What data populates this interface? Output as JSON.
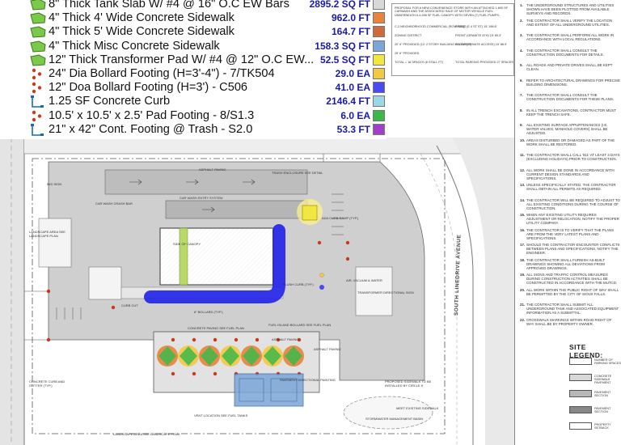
{
  "legend_items": [
    {
      "icon": "polygon-area-icon",
      "label": "8\" Thick Tank Slab W/ #4 @ 16\" O.C EW Bars",
      "quantity": "2895.2 SQ FT",
      "swatch": "#d8d8d8"
    },
    {
      "icon": "polygon-area-icon",
      "label": "4\" Thick 4' Wide Concrete Sidewalk",
      "quantity": "962.0 FT",
      "swatch": "#e8843c"
    },
    {
      "icon": "polygon-area-icon",
      "label": "4\" Thick 5' Wide Concrete Sidewalk",
      "quantity": "164.7 FT",
      "swatch": "#d06a3c"
    },
    {
      "icon": "polygon-area-icon",
      "label": "4\" Thick Misc Concrete Sidewalk",
      "quantity": "158.3 SQ FT",
      "swatch": "#7aa6d8"
    },
    {
      "icon": "polygon-area-icon",
      "label": "12\" Thick Transformer Pad W/ #4 @ 12\" O.C EW...",
      "quantity": "52.5 SQ FT",
      "swatch": "#f2e640"
    },
    {
      "icon": "count-dots-icon",
      "label": "24\" Dia Bollard Footing (H=3'-4\") - 7/TK504",
      "quantity": "29.0 EA",
      "swatch": "#f5c842"
    },
    {
      "icon": "count-dots-icon",
      "label": "12\" Doa Bollard Footing (H=3') - C506",
      "quantity": "41.0 EA",
      "swatch": "#4a4af0"
    },
    {
      "icon": "linear-measure-icon",
      "label": "1.25 SF Concrete Curb",
      "quantity": "2146.4 FT",
      "swatch": "#9ad8e8"
    },
    {
      "icon": "count-dots-icon",
      "label": "10.5' x 10.5' x 2.5' Pad Footing - 8/S1.3",
      "quantity": "6.0 EA",
      "swatch": "#3cb84a"
    },
    {
      "icon": "linear-measure-icon",
      "label": "21\" x 42\" Cont. Footing @ Trash - S2.0",
      "quantity": "53.3 FT",
      "swatch": "#a040c8"
    }
  ],
  "plan_labels": {
    "street": "SOUTH LINEDRIVE AVENUE",
    "trash_enclosure": "TRASH ENCLOSURE SEE DETAIL",
    "car_wash_entry": "CAR WASH ENTRY SYSTEM",
    "canopy": "SIDE OF CANOPY",
    "landscape_area_1": "LANDSCAPE AREA SEE LANDSCAPE PLAN",
    "landscape_area_2": "LANDSCAPE AREA SEE LANDSCAPE PLAN",
    "fuel_islands": "FUEL ISLAND BOLLARD SEE FUEL PLAN",
    "asphalt_paving_1": "ASPHALT PAVING",
    "asphalt_paving_2": "ASPHALT PAVING",
    "asphalt_paving_3": "ASPHALT PAVING",
    "concrete_paving": "CONCRETE PAVING SEE FUEL PLAN",
    "stormwater": "STORMWATER MANAGEMENT BASIN",
    "transformer": "TRANSFORMER DIRECTIONAL SIGN",
    "mid_sign": "MID SIGN",
    "ada_curb_ramp": "ADA CURB RAMP (TYP.)",
    "flush_curb": "FLUSH CURB (TYP.)",
    "air_vacuum": "AIR, VACUUM & WATER",
    "car_wash_crash_bar": "CAR WASH CRASH BAR",
    "bollard": "6\" BOLLARD (TYP.)",
    "concrete_curb": "CONCRETE CURB AND GUTTER (TYP.)",
    "meet_sidewalk": "MEET EXISTING SIDEWALK",
    "proposed_sidewalk": "PROPOSED SIDEWALK TO BE INSTALLED BY CIRCLE K",
    "vent_location": "VENT LOCATION SEE FUEL TANKS",
    "pavement_sign": "PAVEMENT DIRECTIONAL PAINTING",
    "curb_cut": "CURB CUT"
  },
  "table": {
    "header": "PROPOSAL FOR A NEW CONVENIENCE STORE WITH AN ATTACHED 1,800 SF CARWASH AND THE ASSOCIATED SALE OF MOTOR VEHICLE FUEL UNDERNEATH A 4,696 SF FUEL CANOPY WITH SEVEN (7) FUEL PUMPS.",
    "rows": [
      {
        "left": "C-2 NEIGHBORHOOD COMMERCIAL (ROW REQ)",
        "right": "FRONT (E 4 ST ST)   15'   198.8'"
      },
      {
        "left": "ZONING DISTRICT",
        "right": "FRONT (GRANITE 4TH)  15'   89.3'"
      },
      {
        "left": "20' 6\" PROVIDED (12: 2 STORY BUILDING ALLOWED)",
        "right": "FRONT (PRIVATE ACCESS)  15'  86.9'"
      },
      {
        "left": "25' 6\" PROVIDED",
        "right": ""
      },
      {
        "left": "TOTAL = 18 SPACES (8 STALL FT)",
        "right": "TOTAL PARKING PROVIDED  27 SPACES"
      }
    ]
  },
  "notes": [
    {
      "num": "1.",
      "text": "THE UNDERGROUND STRUCTURES AND UTILITIES SHOWN HAVE BEEN PLOTTED FROM AVAILABLE SURVEYS AND RECORDS."
    },
    {
      "num": "2.",
      "text": "THE CONTRACTOR SHALL VERIFY THE LOCATION AND EXTENT OF ALL UNDERGROUND UTILITIES."
    },
    {
      "num": "3.",
      "text": "THE CONTRACTOR SHALL PERFORM ALL WORK IN ACCORDANCE WITH LOCAL REGULATIONS."
    },
    {
      "num": "4.",
      "text": "THE CONTRACTOR SHALL CONSULT THE CONSTRUCTION DOCUMENTS FOR DETAILS."
    },
    {
      "num": "5.",
      "text": "ALL ROADS AND PRIVATE DRIVES SHALL BE KEPT CLEAN."
    },
    {
      "num": "6.",
      "text": "REFER TO ARCHITECTURAL DRAWINGS FOR PRECISE BUILDING DIMENSIONS."
    },
    {
      "num": "7.",
      "text": "THE CONTRACTOR SHALL CONSULT THE CONSTRUCTION DOCUMENTS FOR THESE PLANS."
    },
    {
      "num": "8.",
      "text": "IN ALL TRENCH EXCAVATIONS, CONTRACTOR MUST KEEP THE TRENCH SAFE."
    },
    {
      "num": "9.",
      "text": "ALL EXISTING SURFACE APPURTENANCES (I.E. WATER VALVES, MANHOLE COVERS) SHALL BE ADJUSTED."
    },
    {
      "num": "10.",
      "text": "AREAS DISTURBED OR DAMAGED AS PART OF THE WORK SHALL BE RESTORED."
    },
    {
      "num": "11.",
      "text": "THE CONTRACTOR SHALL CALL '811' AT LEAST 3 DAYS (EXCLUDING HOLIDAYS) PRIOR TO CONSTRUCTION."
    },
    {
      "num": "12.",
      "text": "ALL WORK SHALL BE DONE IN ACCORDANCE WITH CURRENT DESIGN STANDARDS AND SPECIFICATIONS."
    },
    {
      "num": "13.",
      "text": "UNLESS SPECIFICALLY STATED, THE CONTRACTOR SHALL OBTAIN ALL PERMITS AS REQUIRED."
    },
    {
      "num": "14.",
      "text": "THE CONTRACTOR WILL BE REQUIRED TO ADJUST TO ALL EXISTING CONDITIONS DURING THE COURSE OF CONSTRUCTION."
    },
    {
      "num": "15.",
      "text": "WHEN ANY EXISTING UTILITY REQUIRES ADJUSTMENT OR RELOCATION, NOTIFY THE PROPER UTILITY COMPANY."
    },
    {
      "num": "16.",
      "text": "THE CONTRACTOR IS TO VERIFY THAT THE PLANS ARE FROM THE VERY LATEST PLANS AND SPECIFICATIONS."
    },
    {
      "num": "17.",
      "text": "SHOULD THE CONTRACTOR ENCOUNTER CONFLICTS BETWEEN PLANS AND SPECIFICATIONS, NOTIFY THE ENGINEER."
    },
    {
      "num": "18.",
      "text": "THE CONTRACTOR SHALL FURNISH AS-BUILT DRAWINGS SHOWING ALL DEVIATIONS FROM APPROVED DRAWINGS."
    },
    {
      "num": "19.",
      "text": "ALL SIGNS AND TRAFFIC CONTROL MEASURES DURING CONSTRUCTION ACTIVITIES SHALL BE CONSTRUCTED IN ACCORDANCE WITH THE MUTCD."
    },
    {
      "num": "20.",
      "text": "ALL WORK WITHIN THE PUBLIC RIGHT OF WAY SHALL BE PERMITTED BY THE CITY OF SIOUX FALLS."
    },
    {
      "num": "21.",
      "text": "THE CONTRACTOR SHALL SUBMIT ALL UNDERGROUND TANK AND ASSOCIATED EQUIPMENT INFORMATION AS A SUBMITTAL."
    },
    {
      "num": "22.",
      "text": "CROSSWALK MARKINGS WITHIN ROAD RIGHT OF WAY SHALL BE BY PROPERTY OWNER."
    }
  ],
  "site_legend": {
    "title": "SITE LEGEND:",
    "items": [
      {
        "label": "NUMBER OF PARKING SPACES",
        "color": "#ffffff"
      },
      {
        "label": "CONCRETE SIDEWALK PAVEMENT",
        "color": "#d8d8d8"
      },
      {
        "label": "PAVEMENT SECTION",
        "color": "#b8b8b8"
      },
      {
        "label": "PAVEMENT SECTION",
        "color": "#888888"
      },
      {
        "label": "PROPERTY SETBACK",
        "color": "#ffffff"
      }
    ]
  }
}
